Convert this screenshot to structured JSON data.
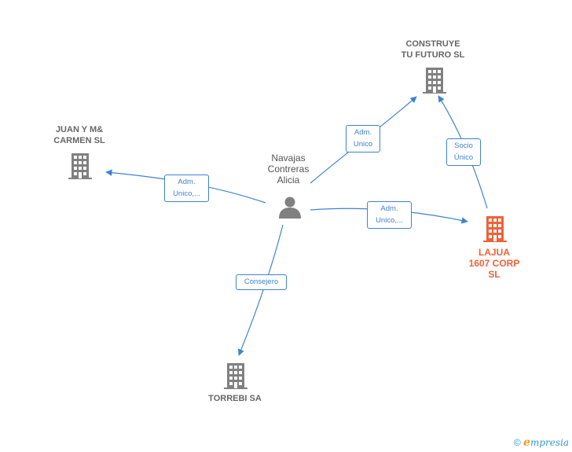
{
  "nodes": {
    "construye": {
      "label": "CONSTRUYE\nTU FUTURO  SL"
    },
    "juanym": {
      "label": "JUAN Y M&\nCARMEN  SL"
    },
    "navajas": {
      "label": "Navajas\nContreras\nAlicia"
    },
    "lajua": {
      "label": "LAJUA\n1607 CORP\nSL"
    },
    "torrebi": {
      "label": "TORREBI SA"
    }
  },
  "edges": {
    "to_construye": {
      "label": "Adm.\nUnico"
    },
    "to_juanym": {
      "label": "Adm.\nUnico,..."
    },
    "to_lajua": {
      "label": "Adm.\nUnico,..."
    },
    "lajua_construye": {
      "label": "Socio\nÚnico"
    },
    "to_torrebi": {
      "label": "Consejero"
    }
  },
  "footer": {
    "copyright": "©",
    "brand_initial": "e",
    "brand_rest": "mpresia"
  },
  "colors": {
    "edge": "#3f82d2",
    "company": "#808080",
    "main_company": "#f06138",
    "person": "#808080"
  }
}
